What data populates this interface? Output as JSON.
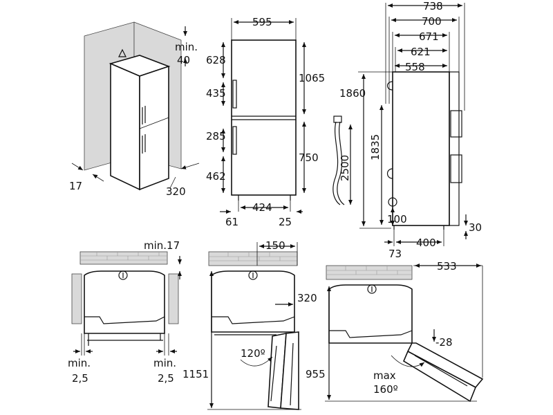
{
  "labels": {
    "iso_min": "min.",
    "iso_min_val": "40",
    "iso_left": "17",
    "iso_right": "320",
    "front_width": "595",
    "front_top_door": "628",
    "front_handle_upper": "435",
    "front_handle_lower": "285",
    "front_bottom": "462",
    "front_upper_height": "1065",
    "front_lower_height": "750",
    "front_feet_span": "424",
    "front_left_foot": "61",
    "front_right_foot": "25",
    "cable_length": "2500",
    "side_738": "738",
    "side_700": "700",
    "side_671": "671",
    "side_621": "621",
    "side_558": "558",
    "side_1860": "1860",
    "side_1835": "1835",
    "side_100": "100",
    "side_30": "30",
    "side_73": "73",
    "side_400": "400",
    "top1_min17": "min.17",
    "top1_min_left_a": "min.",
    "top1_min_left_b": "2,5",
    "top1_min_right_a": "min.",
    "top1_min_right_b": "2,5",
    "top2_150": "150",
    "top2_320": "320",
    "top2_1151": "1151",
    "top2_angle": "120º",
    "top3_533": "533",
    "top3_955": "955",
    "top3_minus28": "-28",
    "top3_max": "max",
    "top3_angle": "160º"
  },
  "colors": {
    "line": "#111111",
    "wall": "#d9d9d9"
  },
  "icons": [
    "plug-icon",
    "up-arrow-icon",
    "socket-icon"
  ]
}
